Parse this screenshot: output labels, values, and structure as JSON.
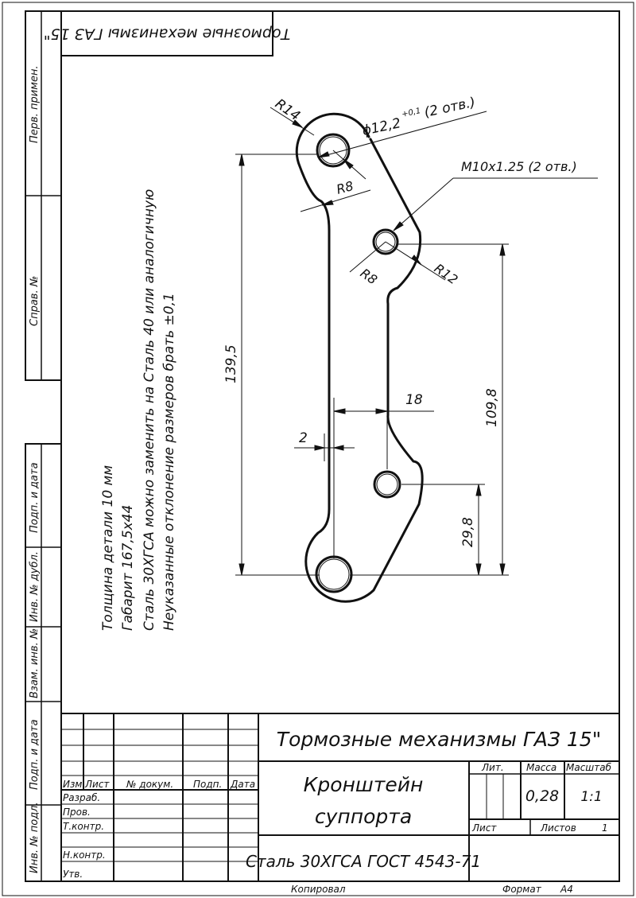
{
  "top_stamp": "Тормозные механизмы ГАЗ 15\"",
  "left_strip": {
    "perv_primen": "Перв. примен.",
    "sprav_no": "Справ. №",
    "podp_data_1": "Подп. и дата",
    "inv_no_dubl": "Инв. № дубл.",
    "vzam_inv_no": "Взам. инв. №",
    "podp_data_2": "Подп. и дата",
    "inv_no_podl": "Инв. № подл."
  },
  "dimensions": {
    "r14": "R14",
    "hole_dia": "ϕ12,2",
    "hole_tol": "+0,1",
    "hole_count": "(2 отв.)",
    "r8_top": "R8",
    "thread": "M10x1.25 (2 отв.)",
    "r8_mid": "R8",
    "r12": "R12",
    "len_total": "139,5",
    "len_mid": "109,8",
    "len_low": "29,8",
    "offset": "18",
    "width": "2"
  },
  "notes": [
    "Толщина детали  10 мм",
    "Габарит 167,5x44",
    "Сталь 30ХГСА можно заменить на Сталь 40 или аналогичную",
    "Неуказанные отклонение размеров брать ±0,1"
  ],
  "title_block": {
    "designation": "Тормозные механизмы ГАЗ 15\"",
    "part_name_line1": "Кронштейн",
    "part_name_line2": "суппорта",
    "material": "Сталь 30ХГСА  ГОСТ 4543-71",
    "headers": {
      "izm": "Изм.",
      "list": "Лист",
      "doc_no": "№ докум.",
      "podp": "Подп.",
      "data": "Дата"
    },
    "roles": {
      "razrab": "Разраб.",
      "prov": "Пров.",
      "tkontr": "Т.контр.",
      "nkontr": "Н.контр.",
      "utv": "Утв."
    },
    "lit_label": "Лит.",
    "massa_label": "Масса",
    "masshtab_label": "Масштаб",
    "massa_value": "0,28",
    "masshtab_value": "1:1",
    "list_label": "Лист",
    "listov_label": "Листов",
    "listov_value": "1"
  },
  "footer": {
    "kopiroval": "Копировал",
    "format_label": "Формат",
    "format_value": "А4"
  }
}
